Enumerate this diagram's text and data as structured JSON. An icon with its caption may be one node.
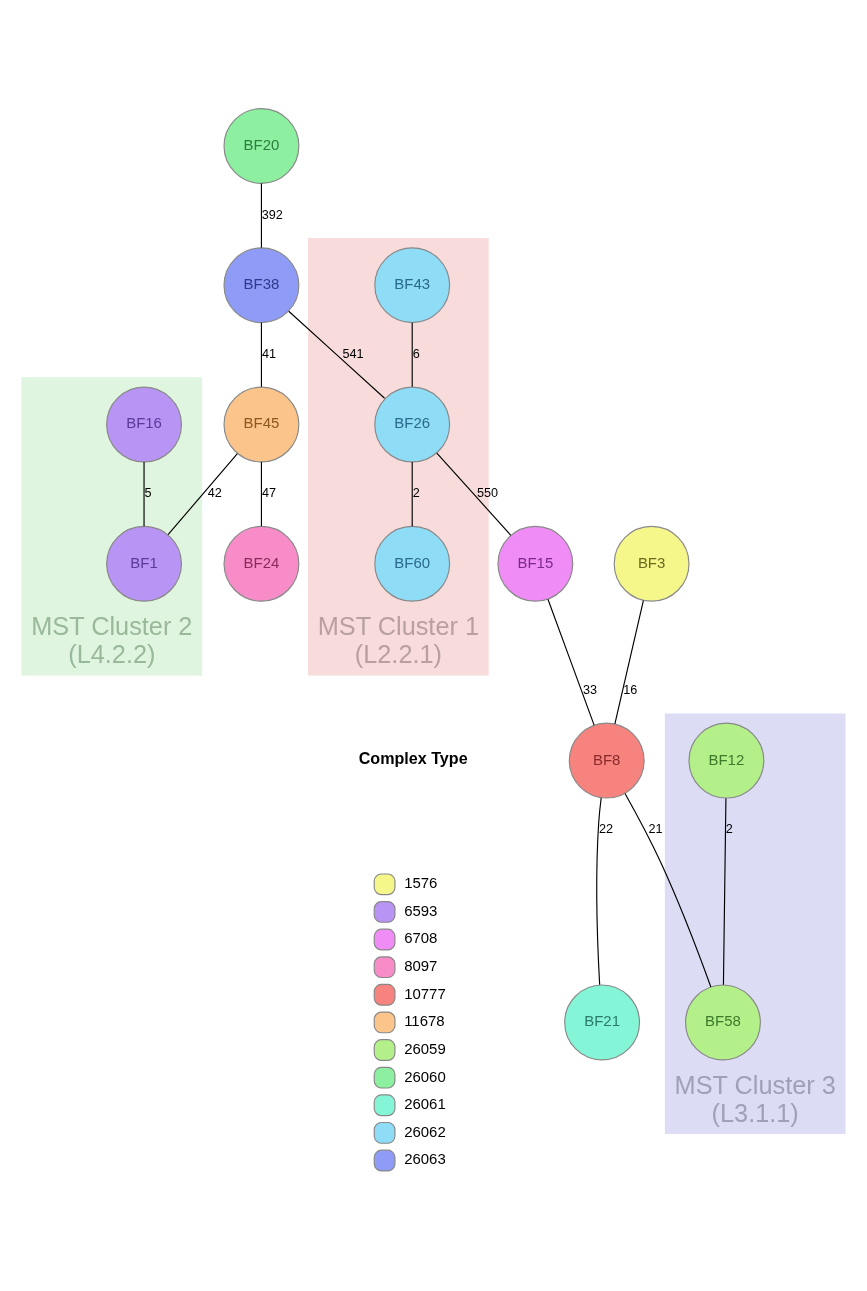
{
  "diagram": {
    "nodes": [
      {
        "text": [
          "BF20"
        ]
      },
      {
        "text": [
          "MST Cluster 2"
        ],
        "beside": [
          "(L4.2.2)"
        ]
      },
      {
        "text": [
          "BF16"
        ],
        "in": 1
      },
      {
        "text": [
          "BF1"
        ],
        "in": 1
      },
      {
        "text": [
          "BF38"
        ]
      },
      {
        "text": [
          "BF45"
        ]
      },
      {
        "text": [
          "BF24"
        ]
      },
      {
        "text": [
          "MST Cluster 1"
        ],
        "beside": [
          "(L2.2.1)"
        ]
      },
      {
        "text": [
          "BF43"
        ],
        "in": 7
      },
      {
        "text": [
          "BF26"
        ],
        "in": 7
      },
      {
        "text": [
          "BF60"
        ],
        "in": 7
      },
      {
        "text": [
          "BF15"
        ]
      },
      {
        "text": [
          "BF3"
        ]
      },
      {
        "text": [
          "BF21"
        ]
      },
      {
        "text": [
          "BF8"
        ]
      },
      {
        "text": [
          "MST Cluster 3"
        ],
        "beside": [
          "(L3.1.1)"
        ]
      },
      {
        "text": [
          "BF12"
        ],
        "in": 15
      },
      {
        "text": [
          "BF58"
        ],
        "in": 15
      }
    ],
    "edges": [
      {
        "from": 0,
        "to": 4,
        "arrow": "none",
        "label": "392"
      },
      {
        "from": 2,
        "to": 3,
        "arrow": "none",
        "label": "5"
      },
      {
        "from": 4,
        "to": 5,
        "arrow": "none",
        "label": "41"
      },
      {
        "from": 5,
        "to": 3,
        "arrow": "none",
        "label": "42"
      },
      {
        "from": 5,
        "to": 6,
        "arrow": "none",
        "label": "47"
      },
      {
        "from": 4,
        "to": 9,
        "arrow": "none",
        "label": "541"
      },
      {
        "from": 8,
        "to": 9,
        "arrow": "none",
        "label": "6"
      },
      {
        "from": 9,
        "to": 10,
        "arrow": "none",
        "label": "2"
      },
      {
        "from": 9,
        "to": 11,
        "arrow": "none",
        "label": "550"
      },
      {
        "from": 12,
        "to": 14,
        "arrow": "none",
        "label": "16"
      },
      {
        "from": 11,
        "to": 14,
        "arrow": "none",
        "label": "33"
      },
      {
        "from": 14,
        "to": 13,
        "arrow": "none",
        "label": "22"
      },
      {
        "from": 14,
        "to": 17,
        "arrow": "none",
        "label": "21"
      },
      {
        "from": 16,
        "to": 17,
        "arrow": "none",
        "label": "2"
      }
    ],
    "labels": [
      "Complex Type"
    ],
    "legend": [
      {
        "text": "1576",
        "color": "#f5f78a"
      },
      {
        "text": "6593",
        "color": "#b894f5"
      },
      {
        "text": "6708",
        "color": "#f08cf5"
      },
      {
        "text": "8097",
        "color": "#f78cc8"
      },
      {
        "text": "10777",
        "color": "#f7837f"
      },
      {
        "text": "11678",
        "color": "#fac48a"
      },
      {
        "text": "26059",
        "color": "#b4f08a"
      },
      {
        "text": "26060",
        "color": "#8cf0a0"
      },
      {
        "text": "26061",
        "color": "#85f5d8"
      },
      {
        "text": "26062",
        "color": "#8fdcf7"
      },
      {
        "text": "26063",
        "color": "#8f9cf7"
      }
    ]
  }
}
